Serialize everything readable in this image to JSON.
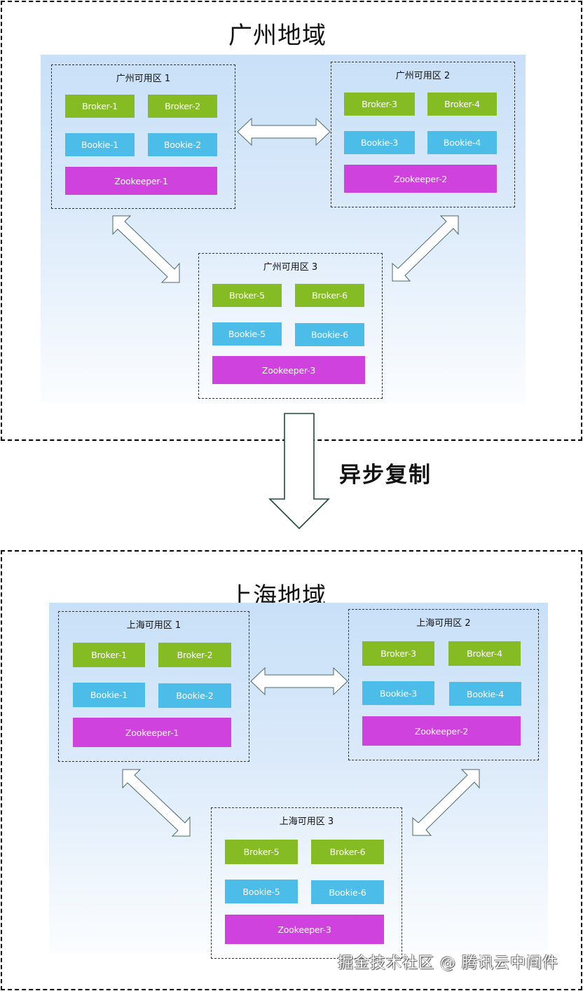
{
  "regions": [
    {
      "title": "广州地域",
      "zones": [
        {
          "title": "广州可用区 1",
          "brokers": [
            "Broker-1",
            "Broker-2"
          ],
          "bookies": [
            "Bookie-1",
            "Bookie-2"
          ],
          "zookeeper": "Zookeeper-1"
        },
        {
          "title": "广州可用区 2",
          "brokers": [
            "Broker-3",
            "Broker-4"
          ],
          "bookies": [
            "Bookie-3",
            "Bookie-4"
          ],
          "zookeeper": "Zookeeper-2"
        },
        {
          "title": "广州可用区 3",
          "brokers": [
            "Broker-5",
            "Broker-6"
          ],
          "bookies": [
            "Bookie-5",
            "Bookie-6"
          ],
          "zookeeper": "Zookeeper-3"
        }
      ]
    },
    {
      "title": "上海地域",
      "zones": [
        {
          "title": "上海可用区 1",
          "brokers": [
            "Broker-1",
            "Broker-2"
          ],
          "bookies": [
            "Bookie-1",
            "Bookie-2"
          ],
          "zookeeper": "Zookeeper-1"
        },
        {
          "title": "上海可用区 2",
          "brokers": [
            "Broker-3",
            "Broker-4"
          ],
          "bookies": [
            "Bookie-3",
            "Bookie-4"
          ],
          "zookeeper": "Zookeeper-2"
        },
        {
          "title": "上海可用区 3",
          "brokers": [
            "Broker-5",
            "Broker-6"
          ],
          "bookies": [
            "Bookie-5",
            "Bookie-6"
          ],
          "zookeeper": "Zookeeper-3"
        }
      ]
    }
  ],
  "replication_label": "异步复制",
  "watermark": "掘金技术社区 @ 腾讯云中间件",
  "colors": {
    "broker": "#86bc23",
    "bookie": "#4cbde9",
    "zookeeper": "#cf42de",
    "arrow_stroke": "#1f4a3a"
  }
}
